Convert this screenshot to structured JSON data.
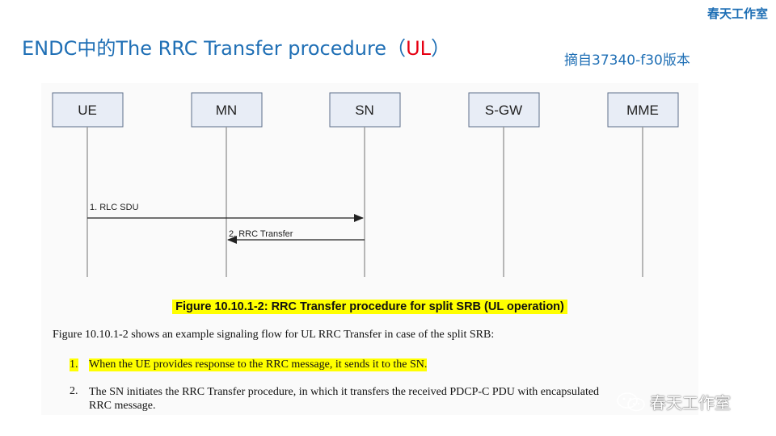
{
  "brand": "春天工作室",
  "slide": {
    "title_prefix": "ENDC中的The RRC Transfer procedure（",
    "title_highlight": "UL",
    "title_suffix": "）",
    "source_note": "摘自37340-f30版本"
  },
  "diagram": {
    "entities": [
      "UE",
      "MN",
      "SN",
      "S-GW",
      "MME"
    ],
    "messages": [
      {
        "label": "1. RLC SDU",
        "from": "UE",
        "to": "SN"
      },
      {
        "label": "2. RRC Transfer",
        "from": "SN",
        "to": "MN"
      }
    ]
  },
  "figure": {
    "caption": "Figure 10.10.1-2: RRC Transfer procedure for split SRB (UL operation)",
    "intro": "Figure 10.10.1-2 shows an example signaling flow for UL RRC Transfer in case of the split SRB:",
    "steps": [
      {
        "num": "1.",
        "text": "When the UE provides response to the RRC message, it sends it to the SN."
      },
      {
        "num": "2.",
        "line1": "The SN initiates the RRC Transfer procedure, in which it transfers the received PDCP-C PDU with encapsulated",
        "line2": "RRC message."
      }
    ]
  },
  "watermark": "春天工作室"
}
